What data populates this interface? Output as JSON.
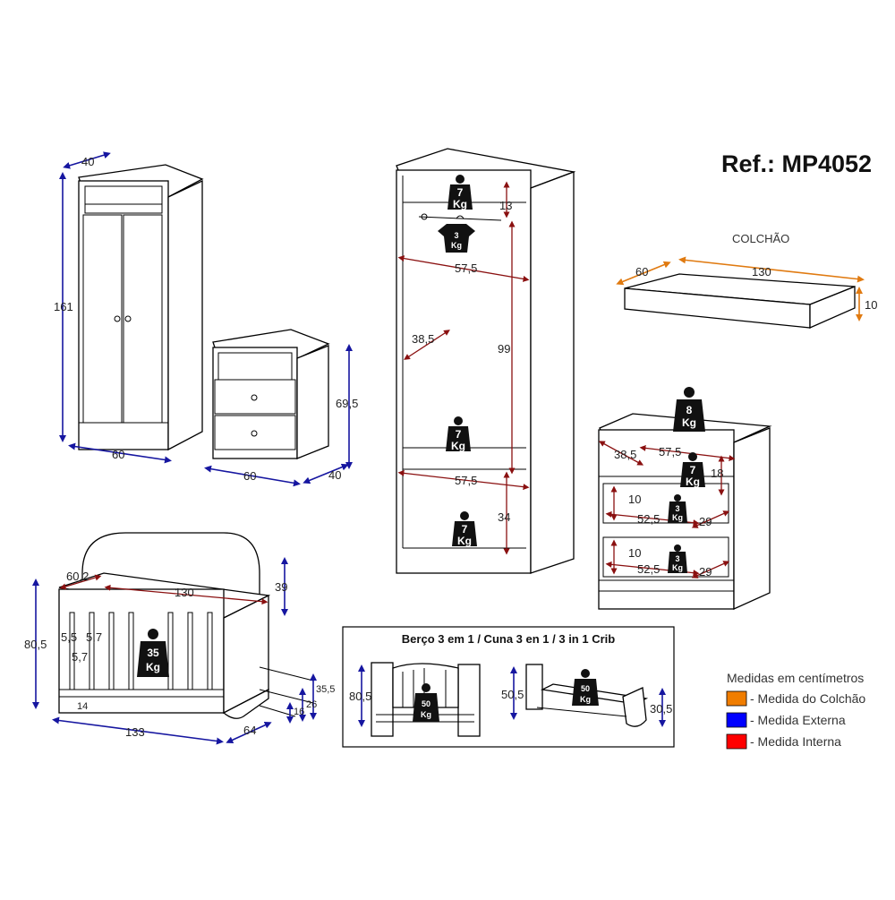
{
  "reference": "Ref.: MP4052",
  "wardrobe_small": {
    "width": "60",
    "depth": "40",
    "height": "161"
  },
  "nightstand": {
    "width": "60",
    "depth": "40",
    "height": "69,5"
  },
  "wardrobe_large": {
    "top_shelf_load": "7",
    "top_shelf_gap": "13",
    "rail_load": "3",
    "inner_width_top": "57,5",
    "inner_depth": "38,5",
    "inner_height": "99",
    "middle_shelf_load": "7",
    "inner_width_bottom": "57,5",
    "bottom_shelf_load": "7",
    "bottom_height": "34"
  },
  "mattress": {
    "label": "COLCHÃO",
    "depth": "60",
    "length": "130",
    "height": "10"
  },
  "dresser": {
    "top_load": "8",
    "inner_depth": "38,5",
    "inner_width": "57,5",
    "shelf_load": "7",
    "shelf_height": "18",
    "drawer1_height": "10",
    "drawer1_width": "52,5",
    "drawer1_depth": "29",
    "drawer1_load": "3",
    "drawer2_height": "10",
    "drawer2_width": "52,5",
    "drawer2_depth": "29",
    "drawer2_load": "3"
  },
  "crib": {
    "inner_depth": "60,2",
    "inner_length": "130",
    "headboard_height": "39",
    "height": "80,5",
    "bar_gap_1": "5,5",
    "bar_gap_2": "5,7",
    "bar_gap_3": "5,7",
    "load": "35",
    "foot": "14",
    "length": "133",
    "depth": "64",
    "side_h1": "35,5",
    "side_h2": "26",
    "side_h3": "16"
  },
  "kg_unit": "Kg",
  "conversion": {
    "title": "Berço 3 em 1 / Cuna 3 en 1 / 3 in 1 Crib",
    "crib_height": "80,5",
    "crib_load": "50",
    "bed_height": "50,5",
    "bed_side": "30,5",
    "bed_load": "50"
  },
  "legend": {
    "title": "Medidas em centímetros",
    "items": [
      {
        "label": "- Medida do Colchão",
        "color": "#f07d00"
      },
      {
        "label": "- Medida Externa",
        "color": "#0000ff"
      },
      {
        "label": "- Medida Interna",
        "color": "#ff0000"
      }
    ]
  }
}
